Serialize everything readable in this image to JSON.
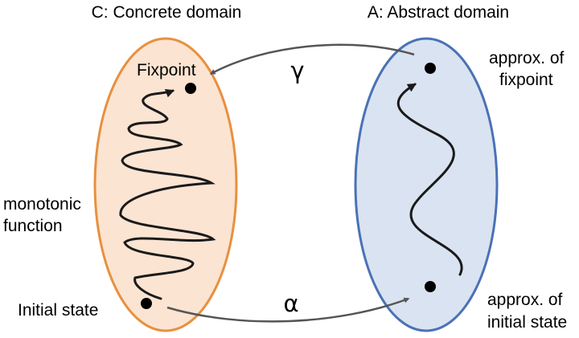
{
  "concrete_domain": {
    "title": "C: Concrete domain",
    "fixpoint_label": "Fixpoint",
    "initial_label": "Initial state",
    "function_label_line1": "monotonic",
    "function_label_line2": "function",
    "fill": "#fbe4d2",
    "stroke": "#e8903f"
  },
  "abstract_domain": {
    "title": "A: Abstract domain",
    "fixpoint_label_line1": "approx. of",
    "fixpoint_label_line2": "fixpoint",
    "initial_label_line1": "approx. of",
    "initial_label_line2": "initial state",
    "fill": "#dae3f1",
    "stroke": "#4a72b5"
  },
  "mappings": {
    "gamma": "γ",
    "alpha": "α",
    "arrow_color": "#555555"
  }
}
